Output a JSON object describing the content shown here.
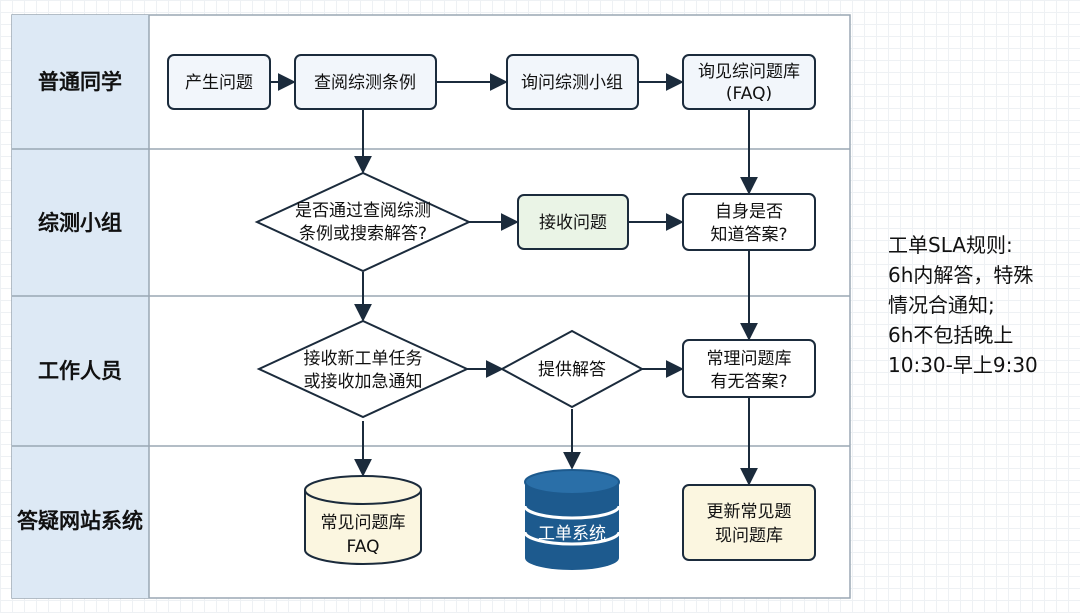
{
  "lanes": [
    "普通同学",
    "综测小组",
    "工作人员",
    "答疑网站系统"
  ],
  "nodes": {
    "produce": "产生问题",
    "check_rules": "查阅综测条例",
    "ask_group": "询问综测小组",
    "faq_lib": [
      "询见综问题库",
      "(FAQ)"
    ],
    "solved_q": [
      "是否通过查阅综测",
      "条例或搜索解答?"
    ],
    "receive_q": "接收问题",
    "self_know": [
      "自身是否",
      "知道答案?"
    ],
    "new_ticket": [
      "接收新工单任务",
      "或接收加急通知"
    ],
    "provide": "提供解答",
    "common_lib": [
      "常理问题库",
      "有无答案?"
    ],
    "faq_db": [
      "常见问题库",
      "FAQ"
    ],
    "ticket_db": "工单系统",
    "update_lib": [
      "更新常见题",
      "现问题库"
    ]
  },
  "sla": [
    "工单SLA规则:",
    "6h内解答，特殊",
    "情况合通知;",
    "6h不包括晚上",
    "10:30-早上9:30"
  ],
  "colors": {
    "lane_header": "#dde9f5",
    "light_blue": "#f2f6fb",
    "light_green": "#eaf4e6",
    "light_yellow": "#fbf6e0",
    "db_blue": "#1d5a8e",
    "stroke": "#1b2b3c"
  }
}
